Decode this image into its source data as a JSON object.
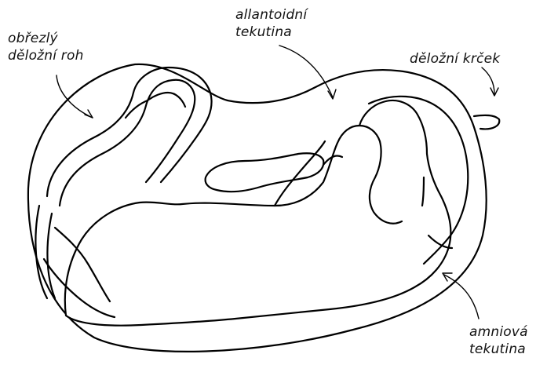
{
  "labels": {
    "horn": {
      "line1": "obřezlý",
      "line2": "děložní roh"
    },
    "allantoic": {
      "line1": "allantoidní",
      "line2": "tekutina"
    },
    "cervix": {
      "line1": "děložní krček"
    },
    "amniotic": {
      "line1": "amniová",
      "line2": "tekutina"
    }
  }
}
